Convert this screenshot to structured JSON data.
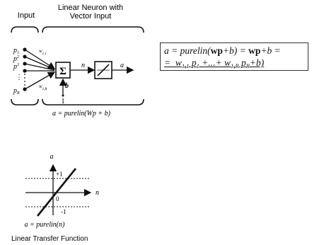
{
  "neuron": {
    "input_heading": "Input",
    "title_line1": "Linear Neuron with",
    "title_line2": "Vector Input",
    "inputs": [
      "p1",
      "p2",
      "p3",
      "⋮",
      "pR"
    ],
    "weight_top": "w1,1",
    "weight_bottom": "w1,R",
    "sum_symbol": "Σ",
    "net_label": "n",
    "output_label": "a",
    "bias_label": "b",
    "bias_input": "1",
    "equation": "a = purelin(Wp + b)"
  },
  "formula": {
    "line1": "a = purelin(wp+b) = wp+b =",
    "line2": "=  w1,1 p1 +...+ w1,R pR+b)"
  },
  "transfer": {
    "y_axis_label": "a",
    "x_axis_label": "n",
    "tick_pos": "+1",
    "tick_neg": "-1",
    "origin": "0",
    "equation": "a = purelin(n)",
    "caption": "Linear Transfer Function"
  }
}
